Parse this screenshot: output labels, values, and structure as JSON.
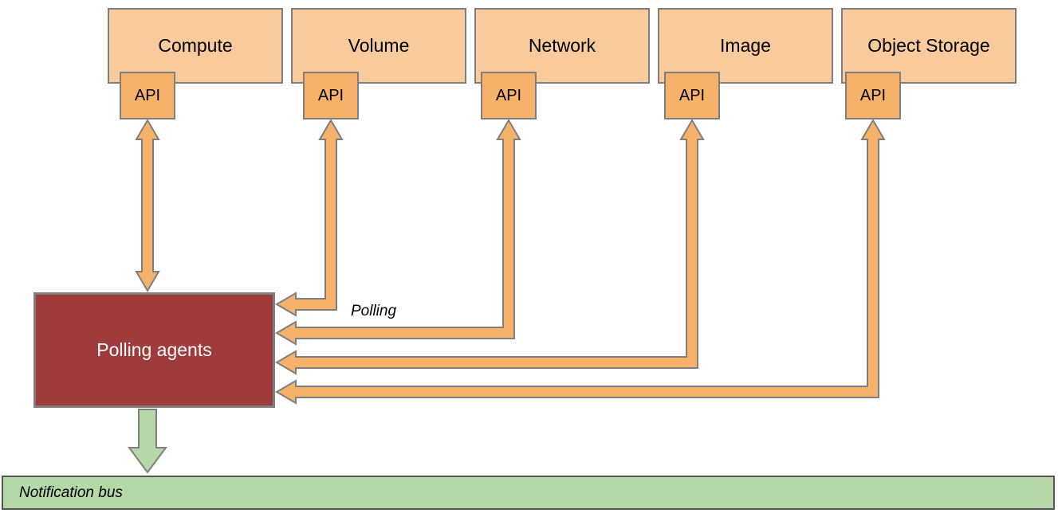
{
  "diagram": {
    "services": [
      {
        "label": "Compute",
        "api_label": "API"
      },
      {
        "label": "Volume",
        "api_label": "API"
      },
      {
        "label": "Network",
        "api_label": "API"
      },
      {
        "label": "Image",
        "api_label": "API"
      },
      {
        "label": "Object Storage",
        "api_label": "API"
      }
    ],
    "polling_agents": {
      "label": "Polling agents"
    },
    "polling_annotation": "Polling",
    "notification_bus": {
      "label": "Notification bus"
    },
    "colors": {
      "service_fill": "#F9CB9C",
      "api_fill": "#F6B26B",
      "arrow_fill": "#F6B26B",
      "polling_fill": "#A03B3B",
      "bus_fill": "#B6D7A8",
      "border": "#7F7F7F",
      "bus_border": "#555555"
    }
  }
}
